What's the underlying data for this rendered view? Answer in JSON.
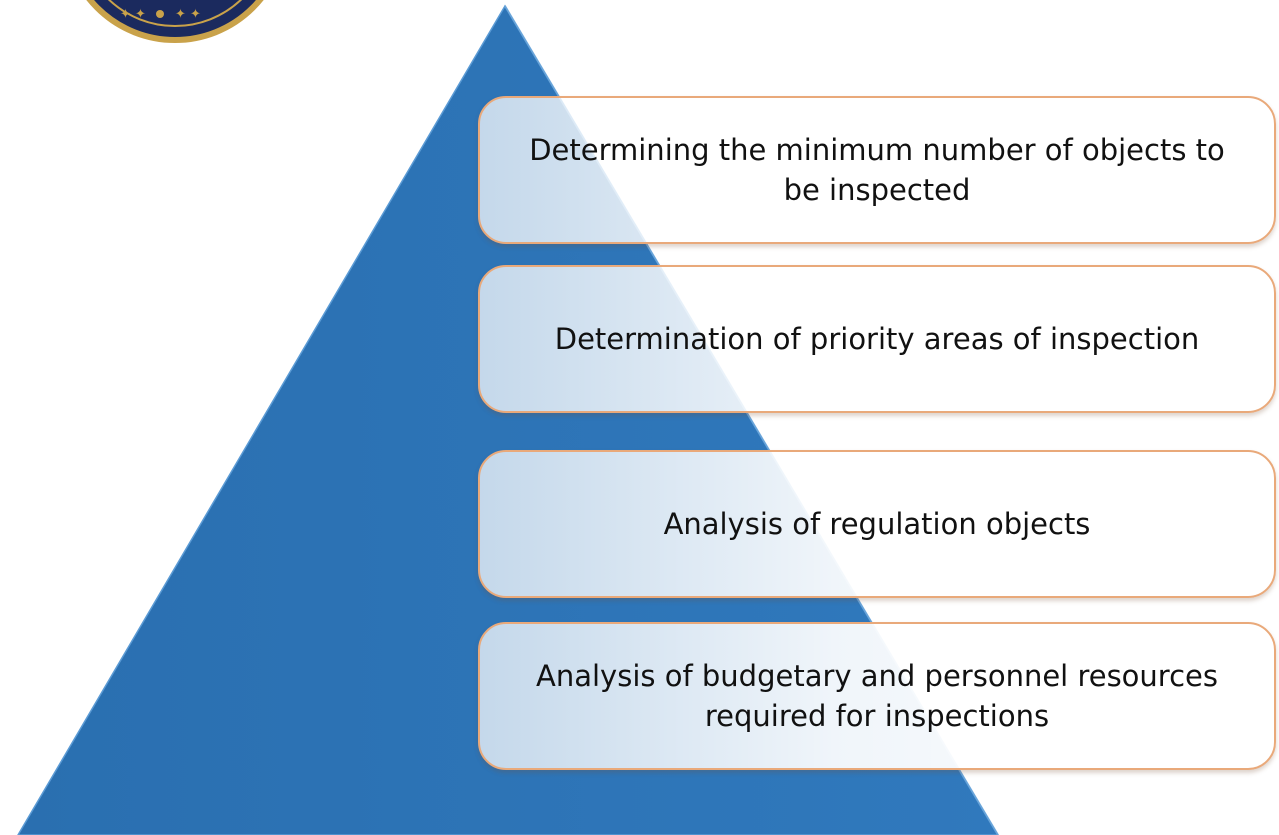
{
  "colors": {
    "pyramid": "#2e75b6",
    "box_border": "#e9a97a",
    "text": "#111111",
    "emblem_navy": "#1b2a5e",
    "emblem_gold": "#c9a24a"
  },
  "emblem": {
    "description_icon": "seal-emblem-icon"
  },
  "levels": [
    {
      "label": "Determining the minimum number of objects to be inspected"
    },
    {
      "label": "Determination of priority areas of inspection"
    },
    {
      "label": "Analysis of regulation objects"
    },
    {
      "label": "Analysis of budgetary and personnel resources required for inspections"
    }
  ]
}
